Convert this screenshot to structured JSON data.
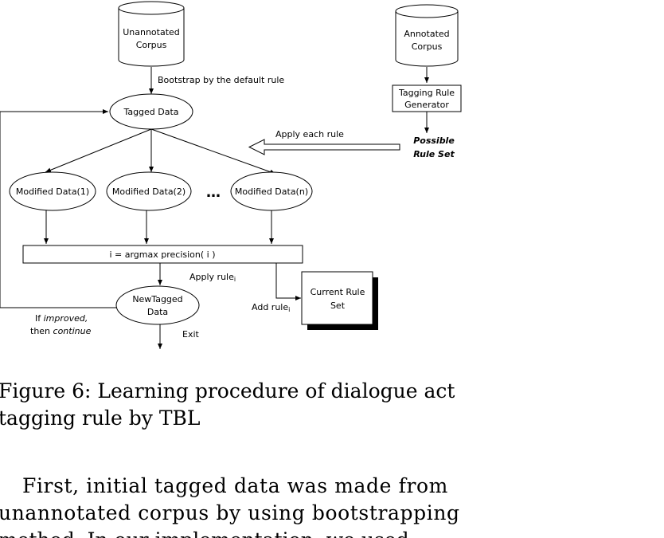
{
  "diagram": {
    "unannotated_corpus": [
      "Unannotated",
      "Corpus"
    ],
    "annotated_corpus": [
      "Annotated",
      "Corpus"
    ],
    "bootstrap_label": "Bootstrap by the default rule",
    "tagged_data": "Tagged Data",
    "tagging_rule_generator": [
      "Tagging Rule",
      "Generator"
    ],
    "possible_rule_set": [
      "Possible",
      "Rule Set"
    ],
    "apply_each_rule": "Apply each rule",
    "modified_1": "Modified Data(1)",
    "modified_2": "Modified Data(2)",
    "ellipsis": "…",
    "modified_n": "Modified Data(n)",
    "argmax": "i = argmax precision( i )",
    "apply_rule": "Apply rule",
    "apply_rule_sub": "i",
    "new_tagged_data": [
      "NewTagged",
      "Data"
    ],
    "add_rule": "Add rule",
    "add_rule_sub": "i",
    "current_rule_set": [
      "Current Rule",
      "Set"
    ],
    "if_prefix": "If ",
    "improved": "improved,",
    "then_prefix": "then ",
    "continue": "continue",
    "exit": "Exit"
  },
  "caption": {
    "line1": "Figure 6: Learning procedure of dialogue act",
    "line2": "tagging rule by TBL"
  },
  "paragraph": {
    "line1": "First, initial tagged data was made from",
    "line2": "unannotated corpus by using bootstrapping",
    "line3": "method. In our implementation, we used"
  }
}
